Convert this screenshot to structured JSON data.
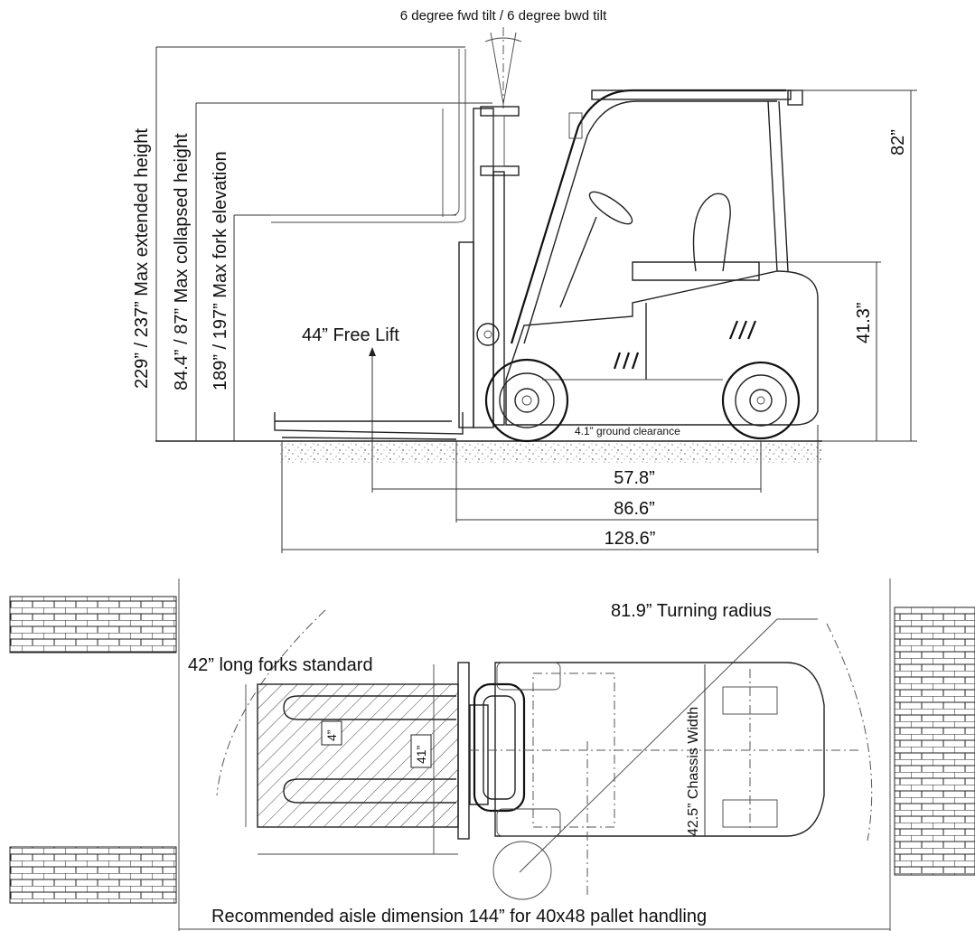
{
  "side_view": {
    "tilt_label": "6 degree fwd tilt / 6 degree bwd tilt",
    "max_extended_height": "229” / 237” Max extended height",
    "max_collapsed_height": "84.4” / 87” Max collapsed height",
    "max_fork_elevation": "189” / 197” Max fork elevation",
    "free_lift": "44” Free Lift",
    "overall_height": "82”",
    "seat_height": "41.3”",
    "ground_clearance": "4.1” ground clearance",
    "wheelbase": "57.8”",
    "length_to_fork_face": "86.6”",
    "overall_length": "128.6”"
  },
  "top_view": {
    "turning_radius": "81.9” Turning radius",
    "forks_label": "42” long forks standard",
    "fork_width": "4”",
    "pallet_depth": "41”",
    "chassis_width": "42.5” Chassis Width",
    "aisle_note": "Recommended aisle dimension 144” for 40x48 pallet handling"
  }
}
